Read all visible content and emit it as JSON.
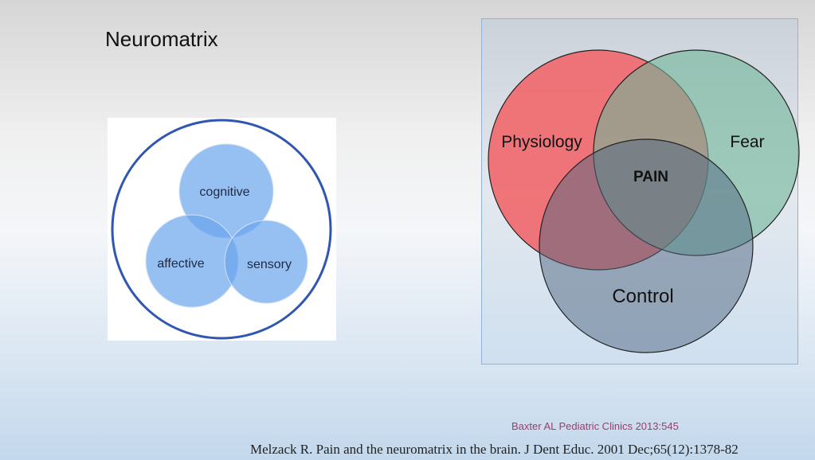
{
  "slide": {
    "title": "Neuromatrix"
  },
  "left_diagram": {
    "labels": {
      "cognitive": "cognitive",
      "affective": "affective",
      "sensory": "sensory"
    }
  },
  "right_diagram": {
    "labels": {
      "physiology": "Physiology",
      "fear": "Fear",
      "control": "Control",
      "center": "PAIN"
    },
    "colors": {
      "physiology": "#f06a6f",
      "fear": "#8cc2ac",
      "control": "#7f8fa2"
    }
  },
  "citations": {
    "baxter": "Baxter AL Pediatric Clinics 2013:545",
    "melzack": "Melzack R. Pain and the neuromatrix in the brain. J Dent Educ. 2001 Dec;65(12):1378-82"
  }
}
